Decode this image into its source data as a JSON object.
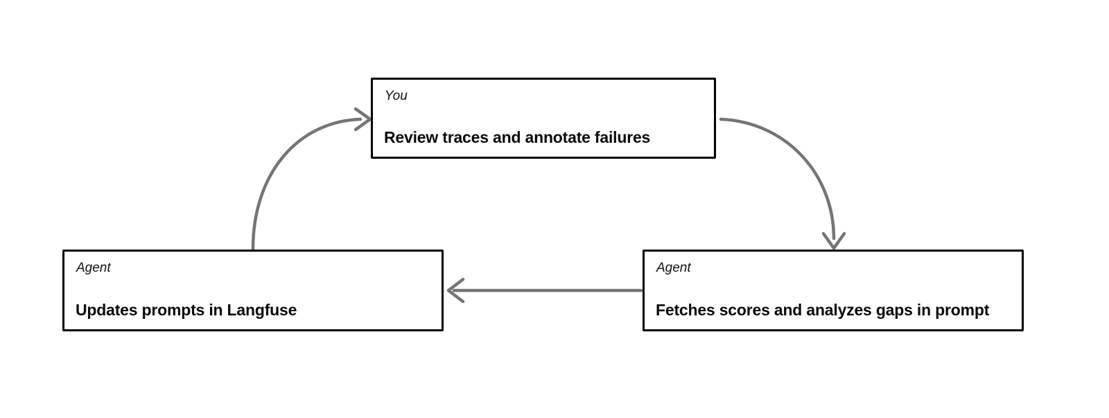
{
  "diagram": {
    "type": "cycle-flowchart",
    "background_color": "#ffffff",
    "node_border_color": "#000000",
    "edge_color": "#757575",
    "nodes": [
      {
        "id": "you",
        "role": "You",
        "title": "Review traces and annotate failures"
      },
      {
        "id": "fetch",
        "role": "Agent",
        "title": "Fetches scores and analyzes gaps in prompt"
      },
      {
        "id": "update",
        "role": "Agent",
        "title": "Updates prompts in Langfuse"
      }
    ],
    "edges": [
      {
        "id": "you-to-fetch",
        "from": "you",
        "to": "fetch",
        "style": "curved",
        "direction": "clockwise"
      },
      {
        "id": "fetch-to-update",
        "from": "fetch",
        "to": "update",
        "style": "straight",
        "direction": "leftward"
      },
      {
        "id": "update-to-you",
        "from": "update",
        "to": "you",
        "style": "curved",
        "direction": "clockwise"
      }
    ]
  }
}
